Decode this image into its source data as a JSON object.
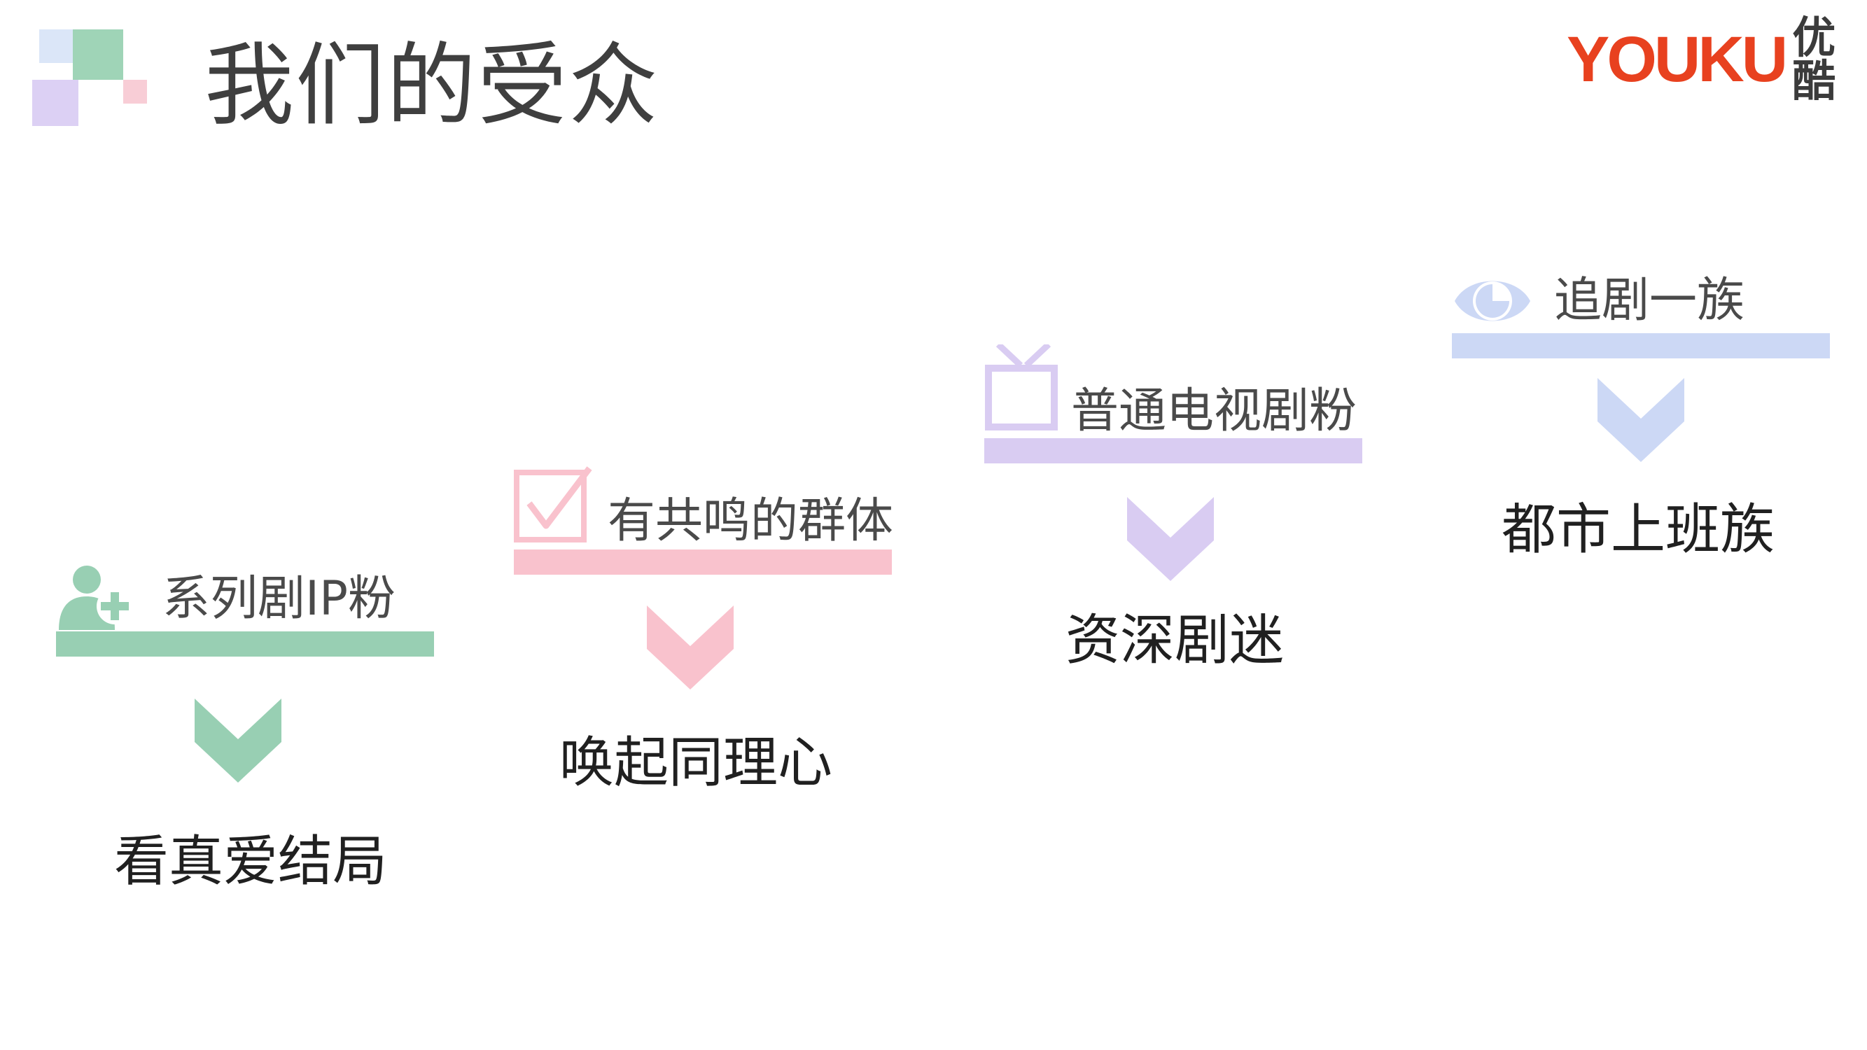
{
  "page": {
    "title": "我们的受众"
  },
  "logo": {
    "latin": "YOUKU",
    "cjk": "优酷",
    "brand_color": "#e8411f"
  },
  "groups": [
    {
      "icon": "add-user-icon",
      "label": "系列剧IP粉",
      "outcome": "看真爱结局",
      "color": "#98cfb3"
    },
    {
      "icon": "checkbox-icon",
      "label": "有共鸣的群体",
      "outcome": "唤起同理心",
      "color": "#f9c2cd"
    },
    {
      "icon": "tv-icon",
      "label": "普通电视剧粉",
      "outcome": "资深剧迷",
      "color": "#d9ccf2"
    },
    {
      "icon": "eye-icon",
      "label": "追剧一族",
      "outcome": "都市上班族",
      "color": "#ccd8f5"
    }
  ]
}
